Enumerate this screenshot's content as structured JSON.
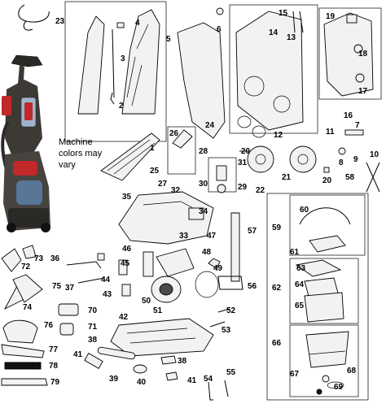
{
  "caption": {
    "line1": "Machine",
    "line2": "colors may",
    "line3": "vary"
  },
  "part_numbers": [
    "1",
    "2",
    "3",
    "4",
    "5",
    "6",
    "7",
    "8",
    "9",
    "10",
    "11",
    "12",
    "13",
    "14",
    "15",
    "16",
    "17",
    "18",
    "19",
    "20",
    "20",
    "21",
    "22",
    "23",
    "24",
    "25",
    "26",
    "27",
    "28",
    "29",
    "30",
    "31",
    "32",
    "33",
    "34",
    "35",
    "36",
    "37",
    "38",
    "38",
    "39",
    "40",
    "41",
    "41",
    "42",
    "43",
    "44",
    "45",
    "46",
    "47",
    "48",
    "49",
    "50",
    "51",
    "52",
    "53",
    "54",
    "55",
    "56",
    "57",
    "58",
    "59",
    "60",
    "61",
    "62",
    "63",
    "64",
    "65",
    "66",
    "67",
    "68",
    "69",
    "70",
    "71",
    "72",
    "73",
    "74",
    "75",
    "76",
    "77",
    "78",
    "79"
  ],
  "icons": [
    "upright-carpet-cleaner",
    "exploded-parts-diagram"
  ],
  "colors": {
    "machine_body": "#3d3a36",
    "machine_accent_red": "#c0282a",
    "machine_tank_blue": "#5a7fa8"
  }
}
